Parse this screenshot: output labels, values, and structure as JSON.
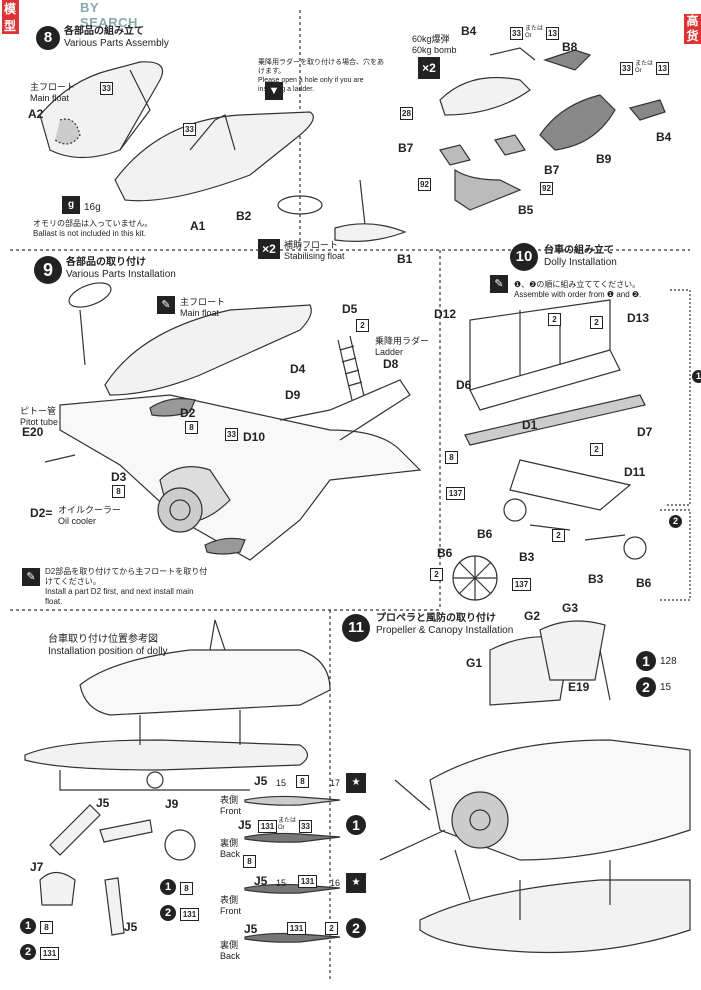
{
  "watermark": {
    "tag": "模型",
    "text": "BY SEARCH",
    "side_tag": "高",
    "side_tag2": "货"
  },
  "step8": {
    "num": "8",
    "title_jp": "各部品の組み立て",
    "title_en": "Various Parts Assembly"
  },
  "step9": {
    "num": "9",
    "title_jp": "各部品の取り付け",
    "title_en": "Various Parts Installation"
  },
  "step10": {
    "num": "10",
    "title_jp": "台車の組み立て",
    "title_en": "Dolly Installation",
    "note_jp": "❶、❷の順に組み立ててください。",
    "note_en": "Assemble with order from ❶ and ❷.",
    "group1": "1",
    "group2": "2"
  },
  "step11": {
    "num": "11",
    "title_jp": "プロペラと風防の取り付け",
    "title_en": "Propeller & Canopy Installation"
  },
  "labels": {
    "A1": "A1",
    "A2": "A2",
    "B1": "B1",
    "B2": "B2",
    "B3a": "B3",
    "B3b": "B3",
    "B4a": "B4",
    "B4b": "B4",
    "B5": "B5",
    "B6a": "B6",
    "B6b": "B6",
    "B6c": "B6",
    "B7a": "B7",
    "B7b": "B7",
    "B8": "B8",
    "B9": "B9",
    "D1": "D1",
    "D3": "D3",
    "D4": "D4",
    "D5": "D5",
    "D6": "D6",
    "D7": "D7",
    "D8": "D8",
    "D9": "D9",
    "D10": "D10",
    "D11": "D11",
    "D12": "D12",
    "D13": "D13",
    "D2": "D2",
    "D2eq": "D2=",
    "E19": "E19",
    "E20": "E20",
    "G1": "G1",
    "G2": "G2",
    "G3": "G3",
    "J5a": "J5",
    "J5b": "J5",
    "J5c": "J5",
    "J5d": "J5",
    "J5e": "J5",
    "J5f": "J5",
    "J7": "J7",
    "J9": "J9"
  },
  "texts": {
    "main_float_jp": "主フロート",
    "main_float_en": "Main float",
    "main_float2_jp": "主フロート",
    "main_float2_en": "Main float",
    "weight": "16g",
    "ballast_jp": "オモリの部品は入っていません。",
    "ballast_en": "Ballast is not included in this kit.",
    "ladder_note_jp": "乗降用ラダーを取り付ける場合、穴をあけます。",
    "ladder_note_en": "Please open a hole only if you are installing a ladder.",
    "bomb_jp": "60kg爆弾",
    "bomb_en": "60kg bomb",
    "stab_jp": "補助フロート",
    "stab_en": "Stabilising float",
    "ladder_jp": "乗降用ラダー",
    "ladder_en": "Ladder",
    "pitot_jp": "ピトー管",
    "pitot_en": "Pitot tube",
    "oil_jp": "オイルクーラー",
    "oil_en": "Oil cooler",
    "d2first_jp": "D2部品を取り付けてから主フロートを取り付けてください。",
    "d2first_en": "Install a part D2 first, and next install main float.",
    "dolly_pos_jp": "台車取り付け位置参考図",
    "dolly_pos_en": "Installation position of dolly",
    "front_jp": "表側",
    "front_en": "Front",
    "back_jp": "裏側",
    "back_en": "Back",
    "front2_jp": "表側",
    "front2_en": "Front",
    "back2_jp": "裏側",
    "back2_en": "Back",
    "or_jp": "または",
    "or_en": "Or"
  },
  "x2": [
    "×2",
    "×2"
  ],
  "colors": {
    "c33": "33",
    "c13": "13",
    "c28": "28",
    "c92": "92",
    "c137": "137",
    "c8": "8",
    "c2": "2",
    "c131": "131",
    "c15": "15",
    "c17": "17",
    "c16": "16",
    "c128": "128"
  },
  "star": "★"
}
